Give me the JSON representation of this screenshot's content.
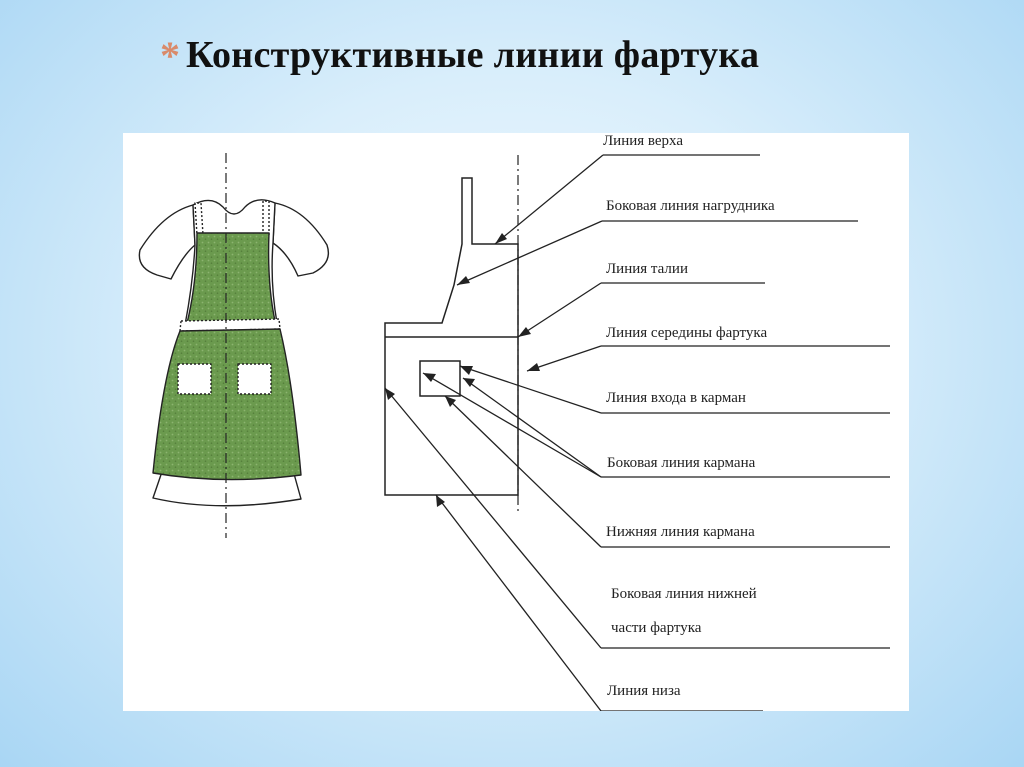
{
  "title": "Конструктивные линии фартука",
  "title_marker": "*",
  "colors": {
    "apron_fill": "#6b9a4e",
    "pocket_fill": "#ffffff",
    "line": "#222222",
    "marker": "#d98a6a",
    "background": "#b9def6"
  },
  "labels": {
    "top": "Линия верха",
    "bib_side": "Боковая линия нагрудника",
    "waist": "Линия талии",
    "middle": "Линия середины фартука",
    "pocket_entry": "Линия входа в карман",
    "pocket_side": "Боковая линия кармана",
    "pocket_bottom": "Нижняя линия кармана",
    "lower_side_1": "Боковая линия нижней",
    "lower_side_2": "части фартука",
    "hem": "Линия низа"
  }
}
